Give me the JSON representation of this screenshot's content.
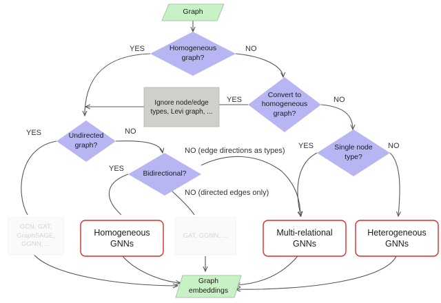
{
  "nodes": {
    "graph": "Graph",
    "homogeneous_q": "Homogeneous\ngraph?",
    "convert_q": "Convert to\nhomogeneous\ngraph?",
    "ignore_box": "Ignore node/edge\ntypes, Levi graph, ...",
    "undirected_q": "Undirected\ngraph?",
    "bidirectional_q": "Bidirectional?",
    "single_node_q": "Single node\ntype?",
    "gcn_box": "GCN, GAT,\nGraphSAGE,\nGGNN, ...",
    "homogeneous_gnns": "Homogeneous\nGNNs",
    "gat_box": "GAT, GGNN, ...",
    "multi_relational_gnns": "Multi-relational\nGNNs",
    "heterogeneous_gnns": "Heterogeneous\nGNNs",
    "graph_embeddings": "Graph\nembeddings"
  },
  "edge_labels": {
    "homog_yes": "YES",
    "homog_no": "NO",
    "convert_yes": "YES",
    "convert_no": "NO",
    "undirected_yes": "YES",
    "undirected_no": "NO",
    "bidir_yes": "YES",
    "bidir_no_types": "NO (edge directions as types)",
    "bidir_no_directed": "NO (directed edges only)",
    "single_yes": "YES",
    "single_no": "NO"
  },
  "colors": {
    "diamond_fill": "#b7b6f2",
    "parallelogram_fill": "#c8f1c6",
    "gray_box_fill": "#cfcfcb",
    "red_border": "#d92a2a",
    "arrow": "#555555"
  }
}
